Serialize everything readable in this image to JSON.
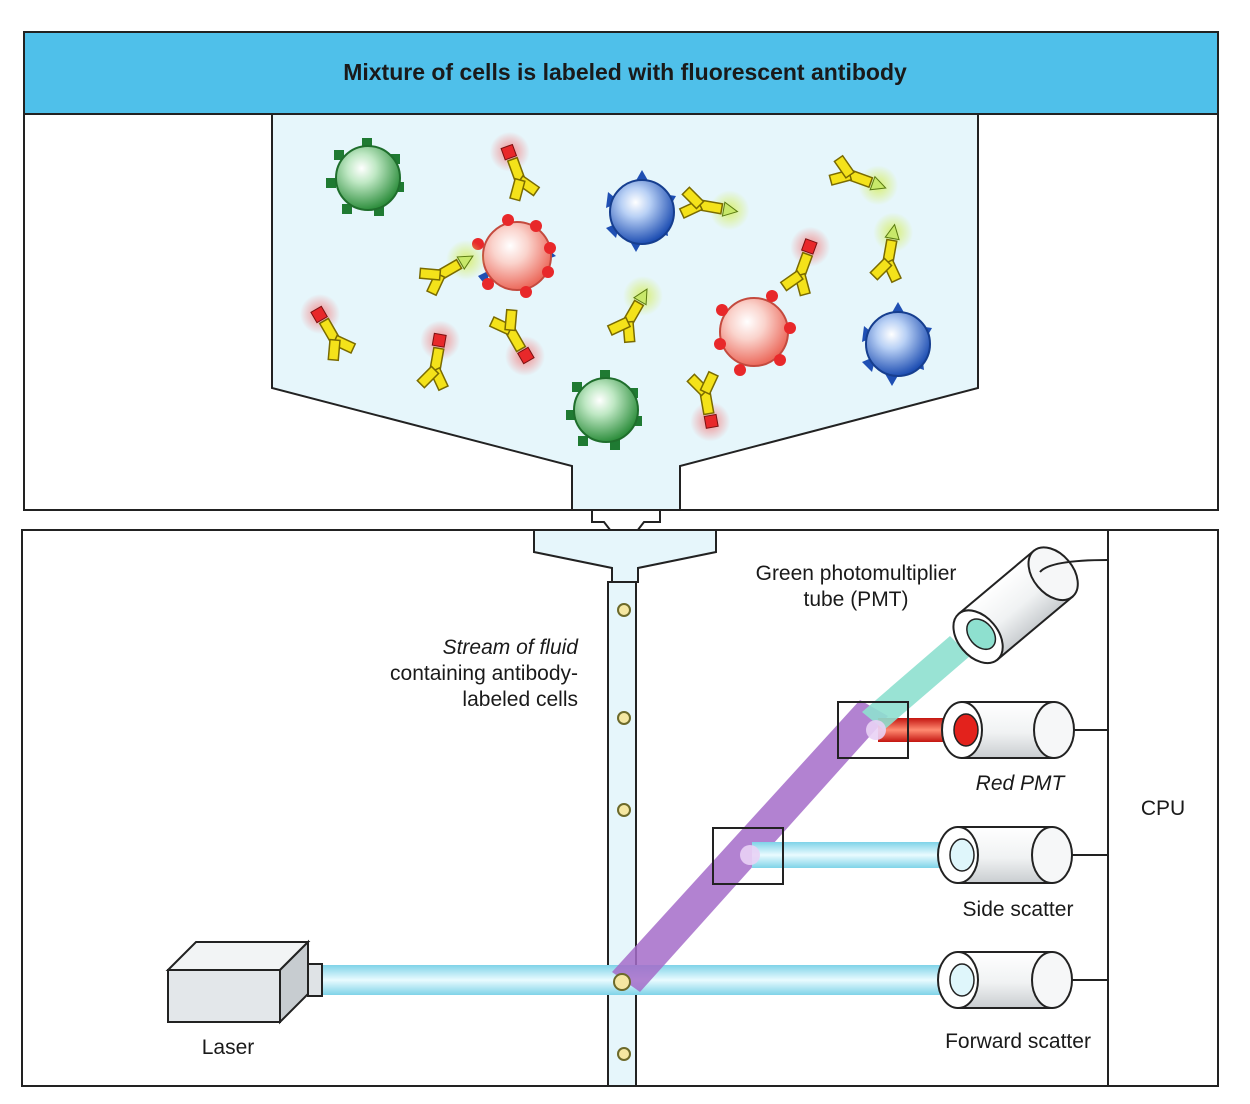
{
  "header": {
    "title": "Mixture of cells is labeled with fluorescent antibody"
  },
  "labels": {
    "stream": [
      "Stream of fluid",
      "containing antibody-",
      "labeled cells"
    ],
    "green_pmt": [
      "Green photomultiplier",
      "tube (PMT)"
    ],
    "red_pmt": "Red PMT",
    "side_scatter": "Side scatter",
    "forward_scatter": "Forward scatter",
    "laser": "Laser",
    "cpu": "CPU"
  },
  "colors": {
    "header_bar": "#4fc0ea",
    "chamber_fill": "#e6f6fb",
    "cell_green": "#2f8f3e",
    "cell_blue": "#2a5fc0",
    "cell_red": "#f07a6e",
    "antibody_yellow": "#f4e21a",
    "fluor_red": "#e8282a",
    "fluor_green": "#c8e86a",
    "laser_beam": "#b9ebf5",
    "violet_beam": "#a56cc9",
    "red_beam": "#e3221c",
    "green_beam": "#8ee0cf"
  }
}
